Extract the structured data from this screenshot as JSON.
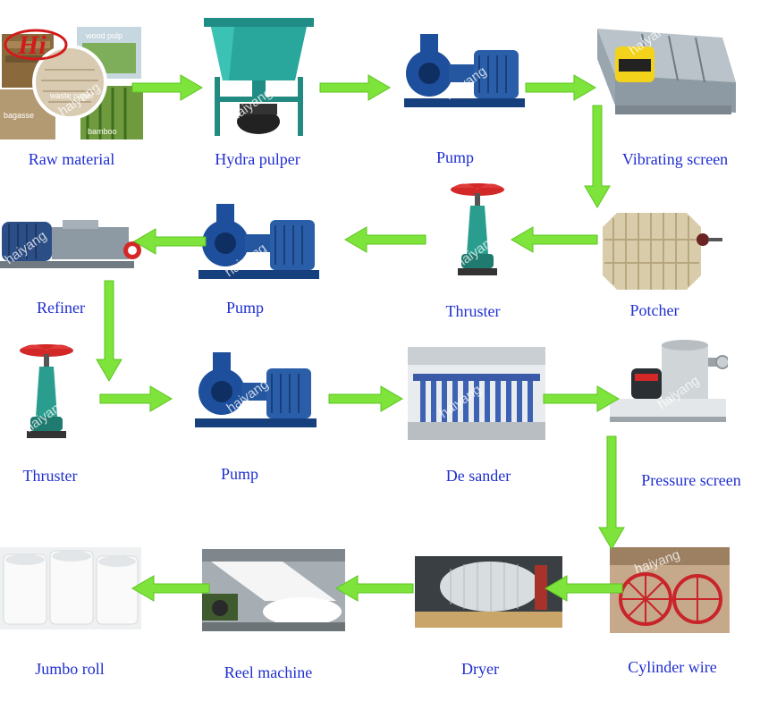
{
  "colors": {
    "arrow": "#7ee33a",
    "arrow_edge": "#5bc61f",
    "label": "#1f2fd0",
    "machine_teal": "#2a9d8f",
    "machine_blue": "#1e4f9c"
  },
  "watermark": "haiyang",
  "logo": {
    "text": "Hi"
  },
  "raw_material_photo": {
    "captions": [
      "wood pulp",
      "waste paper",
      "bagasse",
      "bamboo"
    ]
  },
  "nodes": {
    "raw_material": {
      "label": "Raw material",
      "icon": "raw-material-collage"
    },
    "hydra_pulper": {
      "label": "Hydra pulper",
      "icon": "hydra-pulper-machine"
    },
    "pump_1": {
      "label": "Pump",
      "icon": "pump-machine"
    },
    "vibrating_screen": {
      "label": "Vibrating screen",
      "icon": "vibrating-screen-machine"
    },
    "potcher": {
      "label": "Potcher",
      "icon": "potcher-machine"
    },
    "thruster_1": {
      "label": "Thruster",
      "icon": "thruster-machine"
    },
    "pump_2": {
      "label": "Pump",
      "icon": "pump-machine"
    },
    "refiner": {
      "label": "Refiner",
      "icon": "refiner-machine"
    },
    "thruster_2": {
      "label": "Thruster",
      "icon": "thruster-machine"
    },
    "pump_3": {
      "label": "Pump",
      "icon": "pump-machine"
    },
    "de_sander": {
      "label": "De sander",
      "icon": "de-sander-machine"
    },
    "pressure_screen": {
      "label": "Pressure screen",
      "icon": "pressure-screen-machine"
    },
    "cylinder_wire": {
      "label": "Cylinder wire",
      "icon": "cylinder-wire-machine"
    },
    "dryer": {
      "label": "Dryer",
      "icon": "dryer-machine"
    },
    "reel_machine": {
      "label": "Reel machine",
      "icon": "reel-machine"
    },
    "jumbo_roll": {
      "label": "Jumbo roll",
      "icon": "jumbo-roll-stack"
    }
  },
  "flow": [
    [
      "raw_material",
      "hydra_pulper"
    ],
    [
      "hydra_pulper",
      "pump_1"
    ],
    [
      "pump_1",
      "vibrating_screen"
    ],
    [
      "vibrating_screen",
      "potcher"
    ],
    [
      "potcher",
      "thruster_1"
    ],
    [
      "thruster_1",
      "pump_2"
    ],
    [
      "pump_2",
      "refiner"
    ],
    [
      "refiner",
      "thruster_2"
    ],
    [
      "thruster_2",
      "pump_3"
    ],
    [
      "pump_3",
      "de_sander"
    ],
    [
      "de_sander",
      "pressure_screen"
    ],
    [
      "pressure_screen",
      "cylinder_wire"
    ],
    [
      "cylinder_wire",
      "dryer"
    ],
    [
      "dryer",
      "reel_machine"
    ],
    [
      "reel_machine",
      "jumbo_roll"
    ]
  ]
}
